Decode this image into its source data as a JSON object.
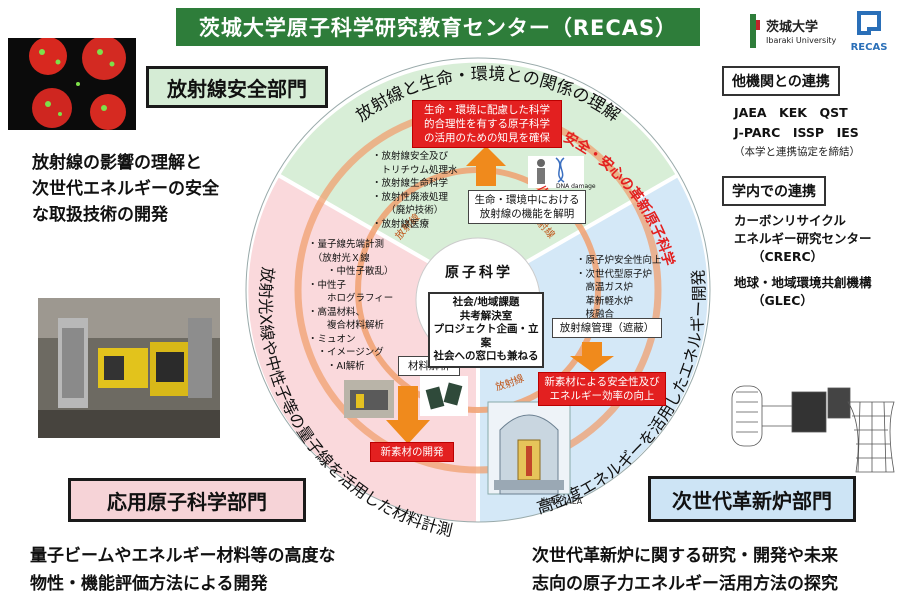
{
  "title": "茨城大学原子科学研究教育センター（RECAS）",
  "logos": {
    "ibaraki_jp": "茨城大学",
    "ibaraki_en": "Ibaraki University",
    "recas": "RECAS"
  },
  "departments": {
    "safety": {
      "name": "放射線安全部門",
      "description": [
        "放射線の影響の理解と",
        "次世代エネルギーの安全",
        "な取扱技術の開発"
      ]
    },
    "applied": {
      "name": "応用原子科学部門",
      "description": [
        "量子ビームやエネルギー材料等の高度な",
        "物性・機能評価方法による開発"
      ]
    },
    "reactor": {
      "name": "次世代革新炉部門",
      "description": [
        "次世代革新炉に関する研究・開発や未来",
        "志向の原子力エネルギー活用方法の探究"
      ]
    }
  },
  "collaboration": {
    "external_heading": "他機関との連携",
    "external_orgs_line1": "JAEA　KEK　QST",
    "external_orgs_line2": "J-PARC　ISSP　IES",
    "external_note": "（本学と連携協定を締結）",
    "internal_heading": "学内での連携",
    "crerc_lines": [
      "カーボンリサイクル",
      "エネルギー研究センター",
      "（CRERC）"
    ],
    "glec_lines": [
      "地球・地域環境共創機構",
      "（GLEC）"
    ]
  },
  "diagram": {
    "arc_top": "放射線と生命・環境との関係の理解",
    "arc_left": "放射光X線や中性子等の量子線を活用した材料計測",
    "arc_right": "高密度エネルギーを活用したエネルギー開発",
    "safety_ring_text": "安全・安心の革新原子科学",
    "ring_label_left": "放射線",
    "ring_label_right": "放射線",
    "ring_label_bottom": "放射線",
    "top_red_box": [
      "生命・環境に配慮した科学",
      "的合理性を有する原子科学",
      "の活用のための知見を確保"
    ],
    "top_white_box": [
      "生命・環境中における",
      "放射線の機能を解明"
    ],
    "top_list": [
      "・放射線安全及び",
      "　トリチウム処理水",
      "・放射線生命科学",
      "・放射性廃液処理",
      "　　（廃炉技術）",
      "・放射線医療"
    ],
    "dna_caption": "DNA damage",
    "left_list": [
      "・量子線先端計測",
      "　（放射光Ｘ線",
      "　　・中性子散乱）",
      "・中性子",
      "　　ホログラフィー",
      "・高温材料、",
      "　　複合材料解析",
      "・ミュオン",
      "　・イメージング",
      "　　・AI解析"
    ],
    "left_white_box": "材料解析",
    "left_red_box": "新素材の開発",
    "right_list": [
      "・原子炉安全性向上",
      "・次世代型原子炉",
      "　高温ガス炉",
      "　革新軽水炉",
      "　核融合"
    ],
    "right_white_box": "放射線管理（遮蔽）",
    "right_red_box": [
      "新素材による安全性及び",
      "エネルギー効率の向上"
    ],
    "center_label": "原子科学",
    "center_box": [
      "社会/地域課題",
      "共考解決室",
      "プロジェクト企画・立案",
      "社会への窓口も兼ねる"
    ],
    "credit": "出典：JAEA"
  },
  "colors": {
    "title_bg": "#2e7d3a",
    "safety_sector": "#d8eed7",
    "applied_sector": "#fad9dc",
    "reactor_sector": "#d4e8f7",
    "ring": "#f0a070",
    "red_box": "#e32020",
    "arrow": "#f08a1c"
  }
}
